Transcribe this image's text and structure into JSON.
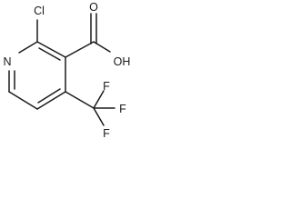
{
  "molecule": {
    "atoms": {
      "nitrogen": "N",
      "chlorine": "Cl",
      "carbonyl_oxygen": "O",
      "hydroxyl": "OH",
      "fluorine_top": "F",
      "fluorine_right": "F",
      "fluorine_bottom": "F"
    }
  }
}
